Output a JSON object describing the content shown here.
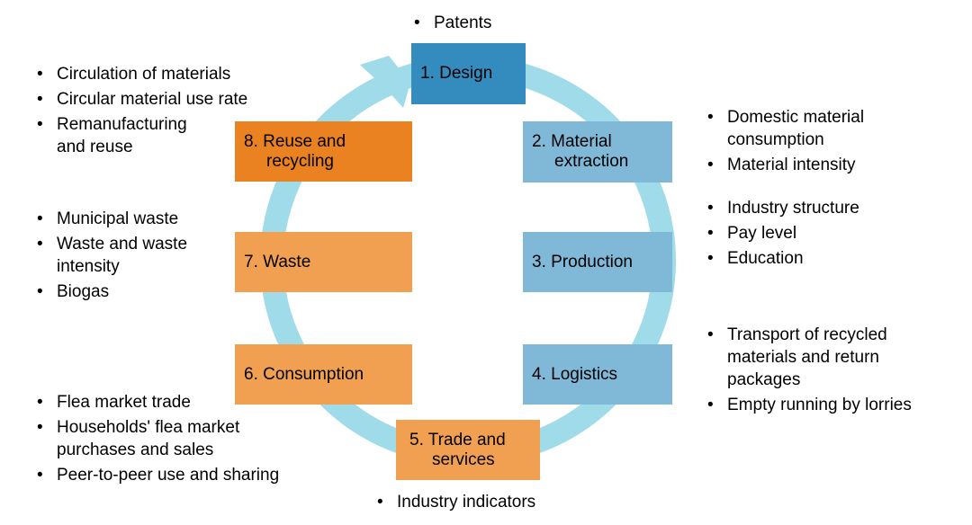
{
  "colors": {
    "ring": "#9fdbe8",
    "design": "#348bbd",
    "blue_step": "#80b8d8",
    "orange_light": "#f0a050",
    "orange_dark": "#eb8221"
  },
  "steps": [
    {
      "label": "1. Design",
      "notes": [
        "Patents"
      ]
    },
    {
      "label": "2. Material extraction",
      "notes": [
        "Domestic material consumption",
        "Material intensity"
      ]
    },
    {
      "label": "3. Production",
      "notes": [
        "Industry structure",
        "Pay level",
        "Education"
      ]
    },
    {
      "label": "4. Logistics",
      "notes": [
        "Transport of recycled materials and return packages",
        "Empty running by lorries"
      ]
    },
    {
      "label": "5. Trade and services",
      "notes": [
        "Industry indicators"
      ]
    },
    {
      "label": "6. Consumption",
      "notes": [
        "Flea market trade",
        "Households' flea market purchases and sales",
        "Peer-to-peer use and sharing"
      ]
    },
    {
      "label": "7. Waste",
      "notes": [
        "Municipal waste",
        "Waste and waste intensity",
        "Biogas"
      ]
    },
    {
      "label": "8. Reuse and recycling",
      "notes": [
        "Circulation of materials",
        "Circular material use rate",
        "Remanufacturing and reuse"
      ]
    }
  ]
}
